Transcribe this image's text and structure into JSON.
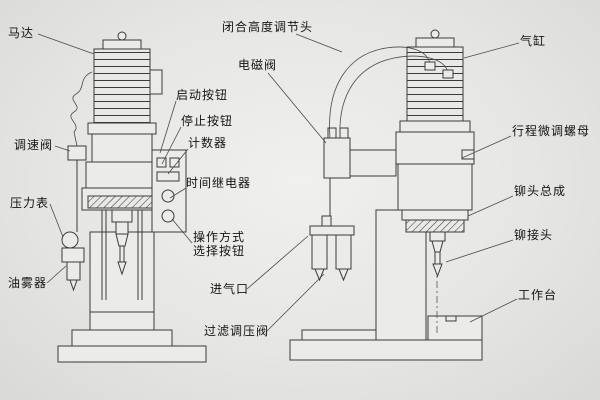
{
  "labels": {
    "motor": "马达",
    "speed_valve": "调速阀",
    "pressure_gauge": "压力表",
    "oil_mister": "油雾器",
    "start_button": "启动按钮",
    "stop_button": "停止按钮",
    "counter": "计数器",
    "time_relay": "时间继电器",
    "mode_select_line1": "操作方式",
    "mode_select_line2": "选择按钮",
    "closing_height_adjuster": "闭合高度调节头",
    "solenoid_valve": "电磁阀",
    "air_cylinder": "气缸",
    "stroke_fine_adjust_nut": "行程微调螺母",
    "rivet_head_assembly": "铆头总成",
    "rivet_joint": "铆接头",
    "worktable": "工作台",
    "air_inlet": "进气口",
    "filter_regulator": "过滤调压阀"
  }
}
